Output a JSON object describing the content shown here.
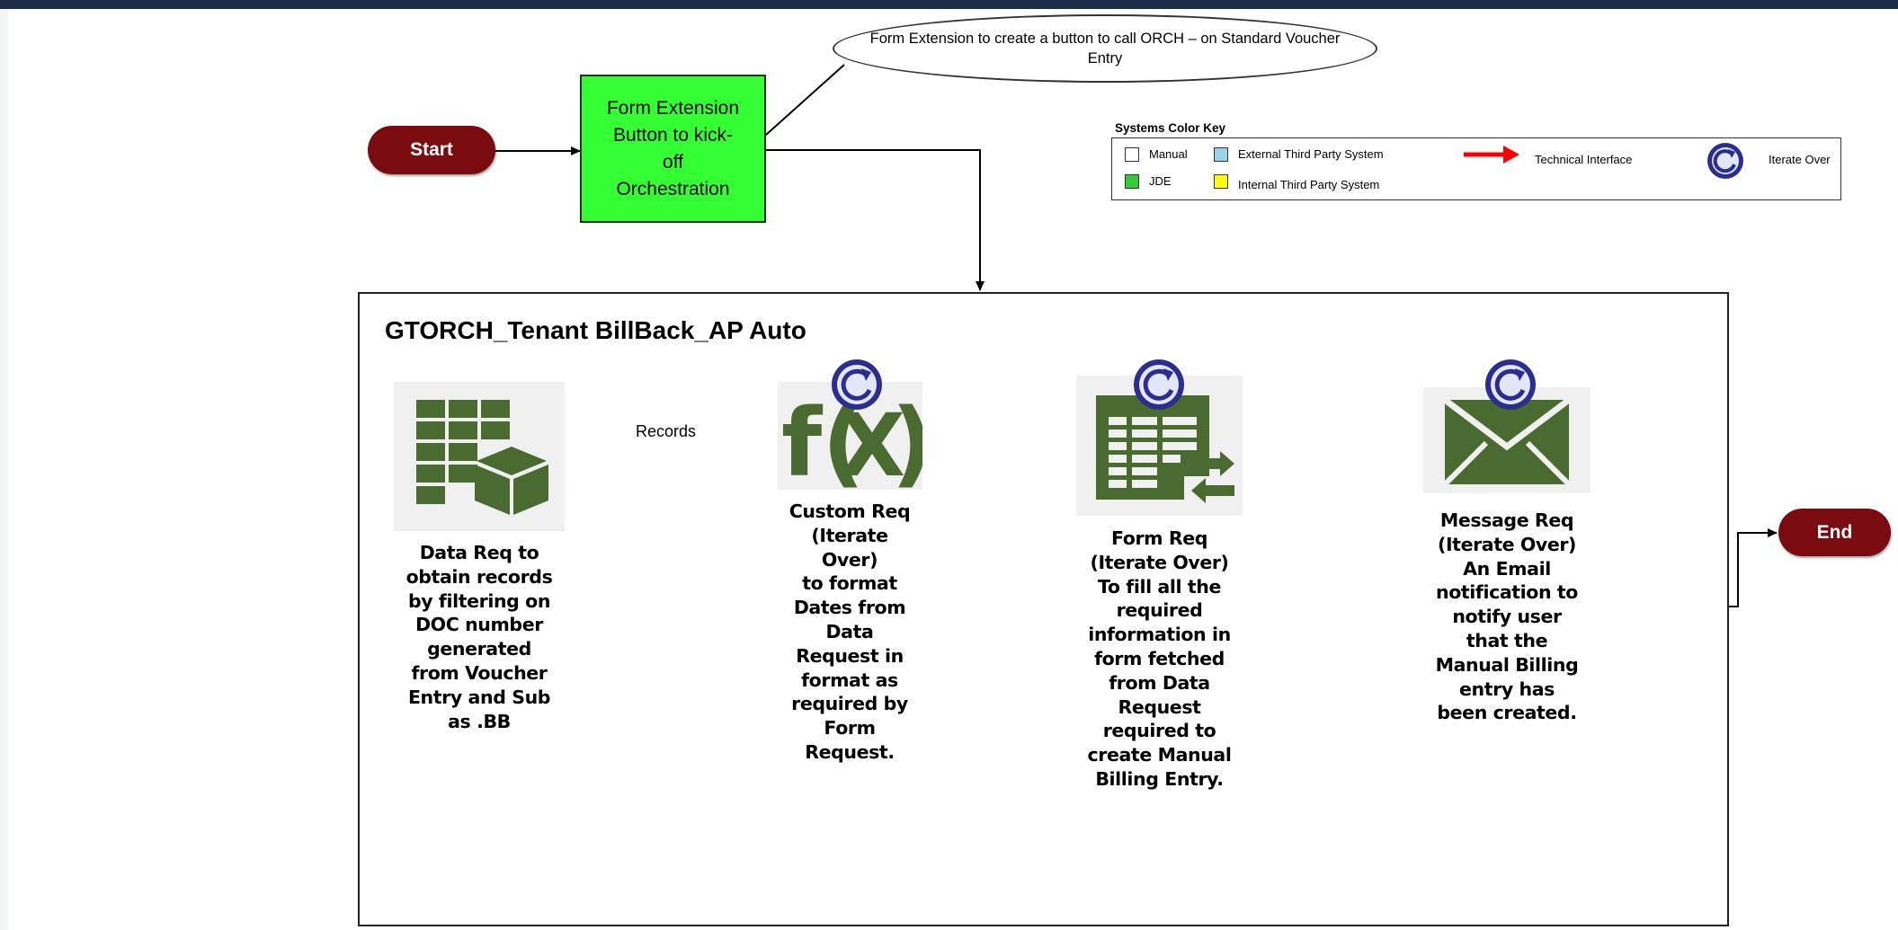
{
  "start_label": "Start",
  "end_label": "End",
  "form_extension_box": "Form Extension\nButton to kick-\noff\nOrchestration",
  "callout": "Form Extension to create a button to call ORCH – on Standard Voucher Entry",
  "legend": {
    "title": "Systems Color Key",
    "items": [
      {
        "label": "Manual",
        "color": "#ffffff",
        "icon": "white-square"
      },
      {
        "label": "External Third Party System",
        "color": "#9dd3e8",
        "icon": "blue-square"
      },
      {
        "label": "Technical Interface",
        "color": "#ff0000",
        "icon": "red-arrow-icon"
      },
      {
        "label": "Iterate Over",
        "color": "#2b2e8f",
        "icon": "iterate-icon"
      },
      {
        "label": "JDE",
        "color": "#33cc33",
        "icon": "green-square"
      },
      {
        "label": "Internal Third Party System",
        "color": "#ffff00",
        "icon": "yellow-square"
      }
    ]
  },
  "orchestration_title": "GTORCH_Tenant BillBack_AP Auto",
  "edge_label": "Records",
  "steps": [
    {
      "icon": "data-table-icon",
      "text": "Data Req to\nobtain records\nby filtering on\nDOC number\ngenerated\nfrom Voucher\nEntry and Sub\nas .BB"
    },
    {
      "icon": "function-fx-icon",
      "text": "Custom Req\n(Iterate\nOver)\nto format\nDates from\nData\nRequest in\nformat as\nrequired by\nForm\nRequest."
    },
    {
      "icon": "form-grid-icon",
      "text": "Form Req\n(Iterate Over)\nTo fill all the\nrequired\ninformation in\nform fetched\nfrom Data\nRequest\nrequired to\ncreate Manual\nBilling Entry."
    },
    {
      "icon": "envelope-icon",
      "text": "Message Req\n(Iterate Over)\nAn Email\nnotification to\nnotify user\nthat the\nManual Billing\nentry has\nbeen created."
    }
  ],
  "colors": {
    "terminal": "#7a0c10",
    "jde_green": "#33ff33",
    "icon_green": "#4a6b30",
    "header_bar": "#1c2b4a"
  }
}
